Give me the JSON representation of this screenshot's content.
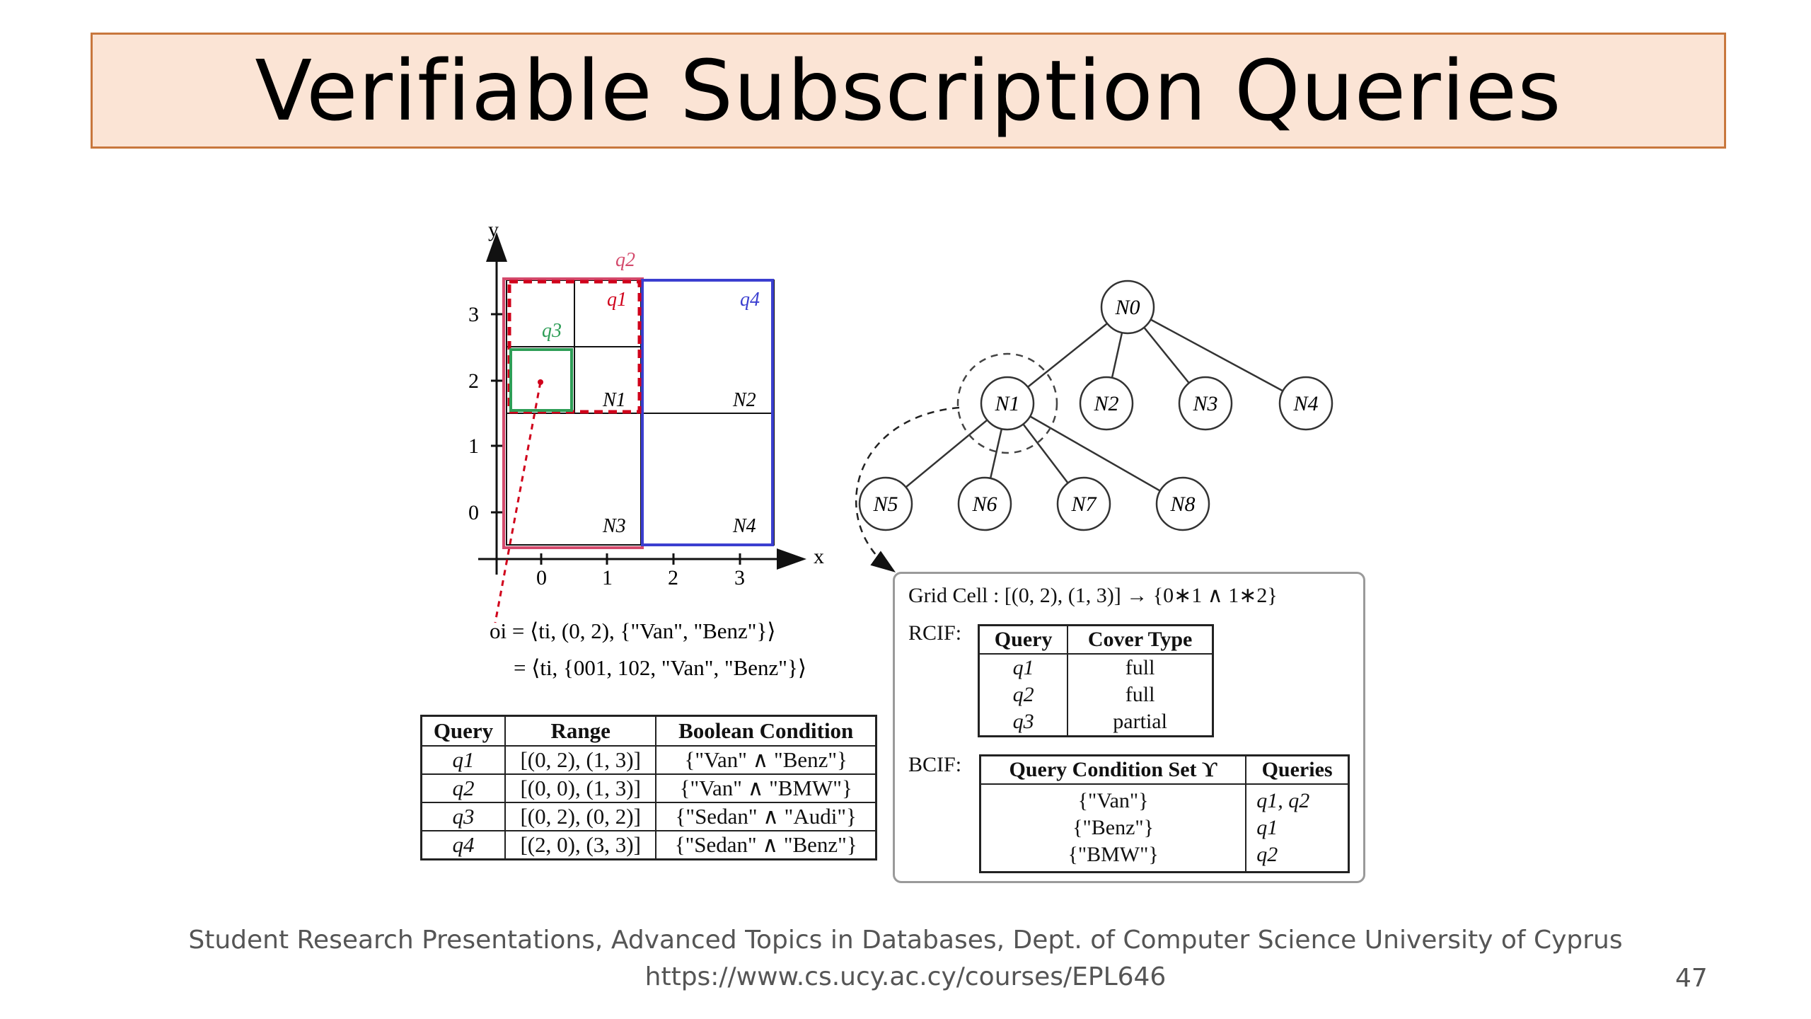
{
  "slide": {
    "title": "Verifiable Subscription Queries",
    "footer_line1": "Student Research Presentations, Advanced Topics in Databases, Dept. of Computer Science University of Cyprus",
    "footer_line2": "https://www.cs.ucy.ac.cy/courses/EPL646",
    "page_number": "47"
  },
  "grid_figure": {
    "axis_x": "x",
    "axis_y": "y",
    "x_ticks": [
      "0",
      "1",
      "2",
      "3"
    ],
    "y_ticks": [
      "0",
      "1",
      "2",
      "3"
    ],
    "query_labels": [
      "q1",
      "q2",
      "q3",
      "q4"
    ],
    "cell_labels": [
      "N1",
      "N2",
      "N3",
      "N4"
    ],
    "object_line1": "oi = ⟨ti, (0, 2), {\"Van\", \"Benz\"}⟩",
    "object_line2": "= ⟨ti, {001, 102, \"Van\", \"Benz\"}⟩"
  },
  "query_table": {
    "headers": [
      "Query",
      "Range",
      "Boolean Condition"
    ],
    "rows": [
      {
        "query": "q1",
        "range": "[(0, 2), (1, 3)]",
        "condition": "{\"Van\" ∧ \"Benz\"}"
      },
      {
        "query": "q2",
        "range": "[(0, 0), (1, 3)]",
        "condition": "{\"Van\" ∧ \"BMW\"}"
      },
      {
        "query": "q3",
        "range": "[(0, 2), (0, 2)]",
        "condition": "{\"Sedan\" ∧ \"Audi\"}"
      },
      {
        "query": "q4",
        "range": "[(2, 0), (3, 3)]",
        "condition": "{\"Sedan\" ∧ \"Benz\"}"
      }
    ]
  },
  "tree": {
    "nodes": [
      "N0",
      "N1",
      "N2",
      "N3",
      "N4",
      "N5",
      "N6",
      "N7",
      "N8"
    ]
  },
  "grid_cell_box": {
    "cell": "Grid Cell : [(0, 2), (1, 3)] → {0∗1 ∧ 1∗2}",
    "rcif_label": "RCIF:",
    "rcif_headers": [
      "Query",
      "Cover Type"
    ],
    "rcif_rows": [
      {
        "query": "q1",
        "cover": "full"
      },
      {
        "query": "q2",
        "cover": "full"
      },
      {
        "query": "q3",
        "cover": "partial"
      }
    ],
    "bcif_label": "BCIF:",
    "bcif_headers": [
      "Query Condition Set ϒ",
      "Queries"
    ],
    "bcif_conditions": [
      "{\"Van\"}",
      "{\"Benz\"}",
      "{\"BMW\"}"
    ],
    "bcif_queries": [
      "q1, q2",
      "q1",
      "q2"
    ]
  },
  "colors": {
    "title_bg": "#fbe4d5",
    "title_border": "#c8773d",
    "q1_red": "#d0021b",
    "q2_pink": "#d44a6c",
    "q3_green": "#2e9e57",
    "q4_blue": "#3b3fd0"
  }
}
